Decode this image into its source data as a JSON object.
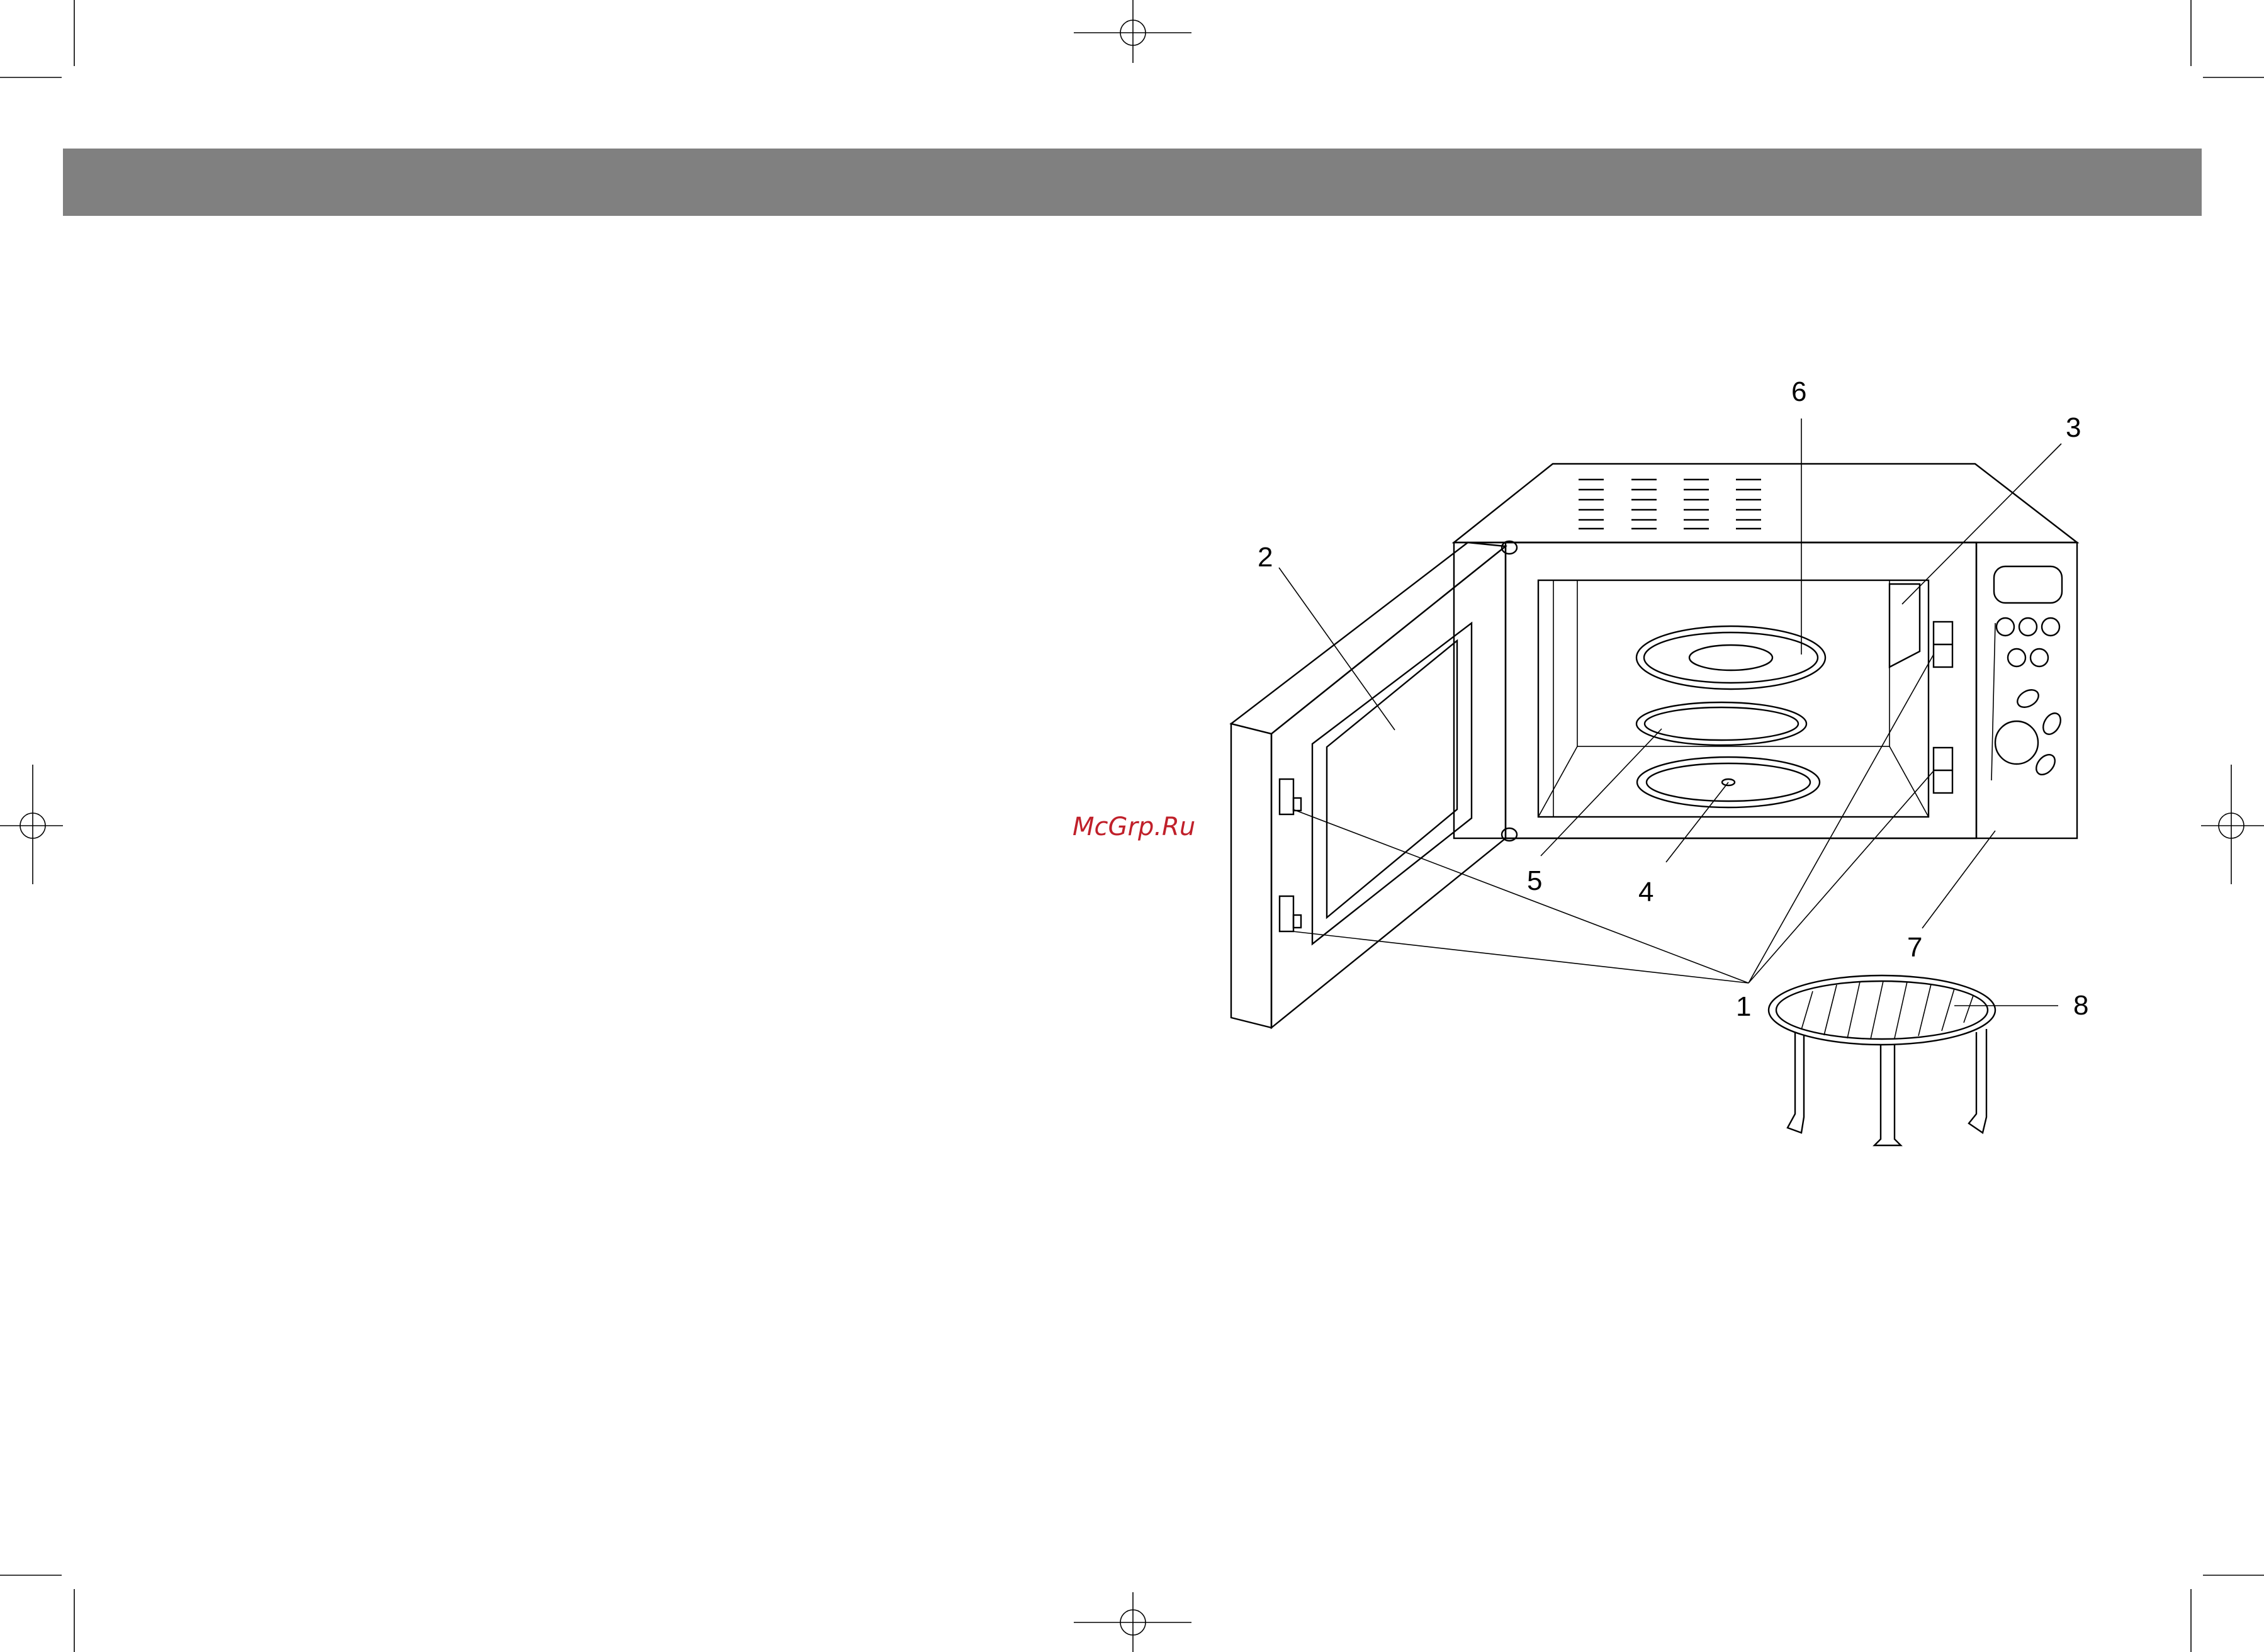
{
  "header": {
    "bar_color": "#808080"
  },
  "watermark": {
    "text": "McGrp.Ru",
    "color": "#c0202a"
  },
  "callouts": {
    "c1": "1",
    "c2": "2",
    "c3": "3",
    "c4": "4",
    "c5": "5",
    "c6": "6",
    "c7": "7",
    "c8": "8"
  },
  "icons": {
    "registration_mark": "crosshair-circle",
    "crop_mark": "corner-crop-lines"
  }
}
